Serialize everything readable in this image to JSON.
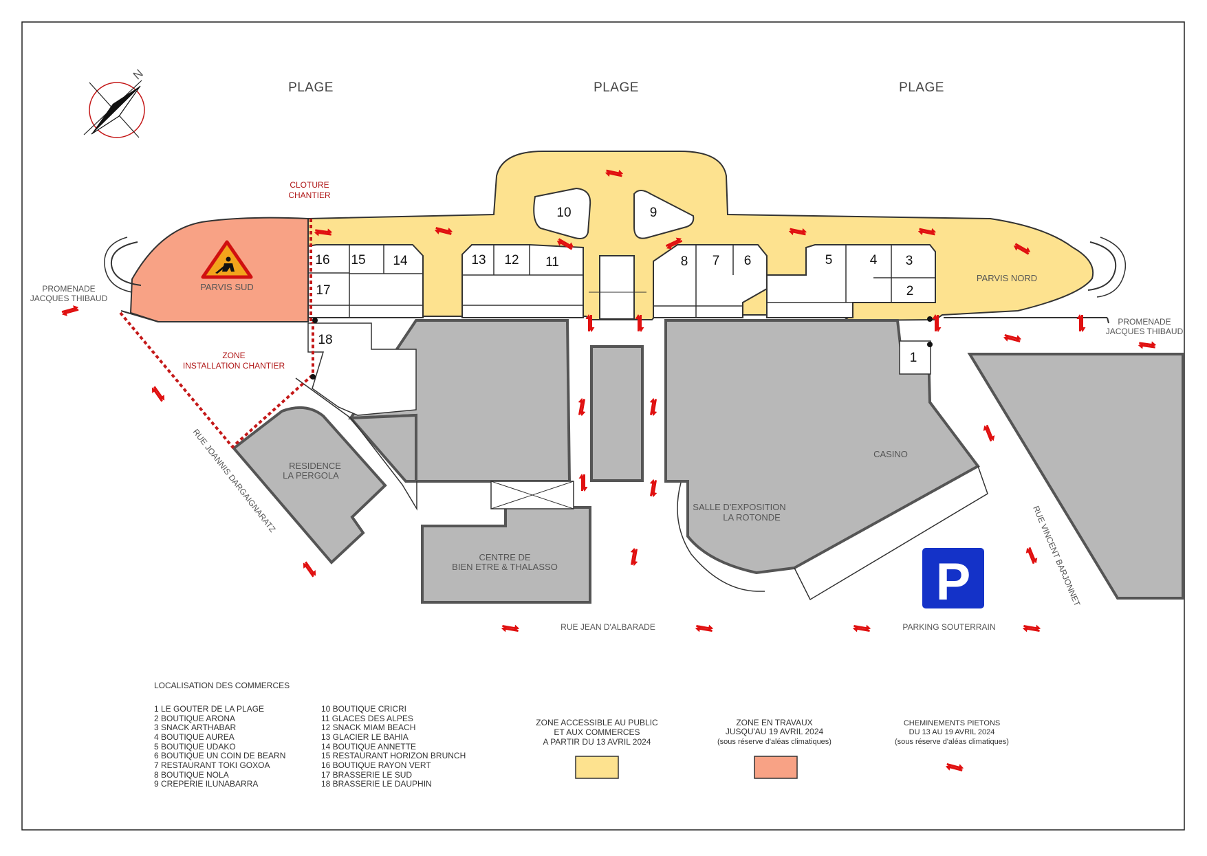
{
  "map": {
    "beach_labels": [
      "PLAGE",
      "PLAGE",
      "PLAGE"
    ],
    "north_label": "N",
    "zone_labels": {
      "parvis_sud": "PARVIS SUD",
      "parvis_nord": "PARVIS NORD",
      "cloture_1": "CLOTURE",
      "cloture_2": "CHANTIER",
      "zone_inst_1": "ZONE",
      "zone_inst_2": "INSTALLATION CHANTIER"
    },
    "building_labels": {
      "residence_1": "RESIDENCE",
      "residence_2": "LA PERGOLA",
      "casino": "CASINO",
      "salle_1": "SALLE D'EXPOSITION",
      "salle_2": "LA ROTONDE",
      "centre_1": "CENTRE DE",
      "centre_2": "BIEN ETRE & THALASSO"
    },
    "street_labels": {
      "promenade_w_1": "PROMENADE",
      "promenade_w_2": "JACQUES THIBAUD",
      "promenade_e_1": "PROMENADE",
      "promenade_e_2": "JACQUES THIBAUD",
      "rue_joannis": "RUE JOANNIS DARGAIGNARATZ",
      "rue_vincent": "RUE VINCENT BARJONNET",
      "rue_jean": "RUE JEAN D'ALBARADE",
      "parking": "PARKING SOUTERRAIN"
    },
    "parking_symbol": "P",
    "shop_numbers": [
      "1",
      "2",
      "3",
      "4",
      "5",
      "6",
      "7",
      "8",
      "9",
      "10",
      "11",
      "12",
      "13",
      "14",
      "15",
      "16",
      "17",
      "18"
    ]
  },
  "legend": {
    "title": "LOCALISATION DES COMMERCES",
    "shops_col1": [
      "1 LE GOUTER DE LA PLAGE",
      "2 BOUTIQUE ARONA",
      "3 SNACK ARTHABAR",
      "4 BOUTIQUE AUREA",
      "5 BOUTIQUE UDAKO",
      "6 BOUTIQUE UN COIN DE BEARN",
      "7 RESTAURANT TOKI GOXOA",
      "8 BOUTIQUE NOLA",
      "9 CREPERIE ILUNABARRA"
    ],
    "shops_col2": [
      "10 BOUTIQUE CRICRI",
      "11 GLACES DES ALPES",
      "12 SNACK MIAM BEACH",
      "13 GLACIER LE BAHIA",
      "14 BOUTIQUE ANNETTE",
      "15 RESTAURANT HORIZON BRUNCH",
      "16 BOUTIQUE RAYON VERT",
      "17 BRASSERIE LE SUD",
      "18 BRASSERIE LE DAUPHIN"
    ],
    "zone_public": [
      "ZONE ACCESSIBLE AU PUBLIC",
      "ET AUX COMMERCES",
      "A PARTIR DU 13 AVRIL 2024"
    ],
    "zone_travaux": [
      "ZONE EN TRAVAUX",
      "JUSQU'AU 19 AVRIL 2024",
      "(sous réserve d'aléas climatiques)"
    ],
    "cheminements": [
      "CHEMINEMENTS PIETONS",
      "DU 13 AU 19 AVRIL 2024",
      "(sous réserve d'aléas climatiques)"
    ]
  },
  "colors": {
    "public_zone": "#fde28f",
    "works_zone": "#f8a285",
    "building_gray": "#b8b8b8",
    "arrow_red": "#e01010",
    "fence_red": "#c41818",
    "parking_blue": "#1432c8"
  }
}
